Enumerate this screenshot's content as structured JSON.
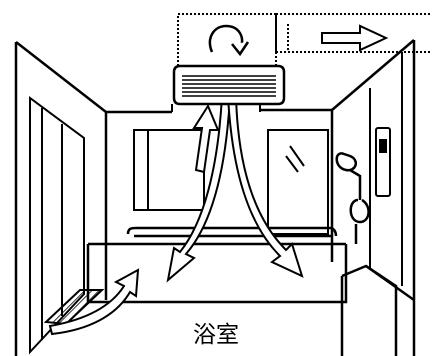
{
  "diagram": {
    "room_label": "浴室",
    "elements": {
      "ceiling_fan": "ventilation-fan",
      "duct": "exhaust-duct",
      "exhaust_direction": "outward",
      "inlet": "door-vent-louver",
      "showerhead": "showerhead-icon"
    },
    "colors": {
      "line": "#000000",
      "background": "#ffffff"
    }
  }
}
